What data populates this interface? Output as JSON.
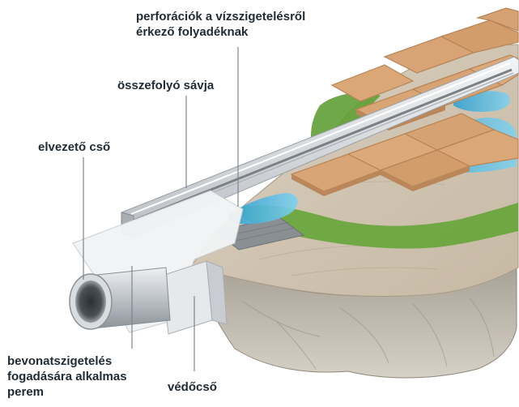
{
  "labels": {
    "perforations": {
      "line1": "perforációk a vízszigetelésről",
      "line2": "érkező folyadéknak"
    },
    "channel": "összefolyó sávja",
    "drain_pipe": "elvezető cső",
    "flange": {
      "line1": "bevonatszigetelés",
      "line2": "fogadására alkalmas",
      "line3": "perem"
    },
    "protective_pipe": "védőcső"
  },
  "colors": {
    "tile": "#d9a574",
    "grout": "#c99a6c",
    "water": "#4fb7dc",
    "membrane": "#67a63b",
    "concrete": "#b9b3a7",
    "steel": "#c8ccd0",
    "text": "#1f2a33"
  }
}
